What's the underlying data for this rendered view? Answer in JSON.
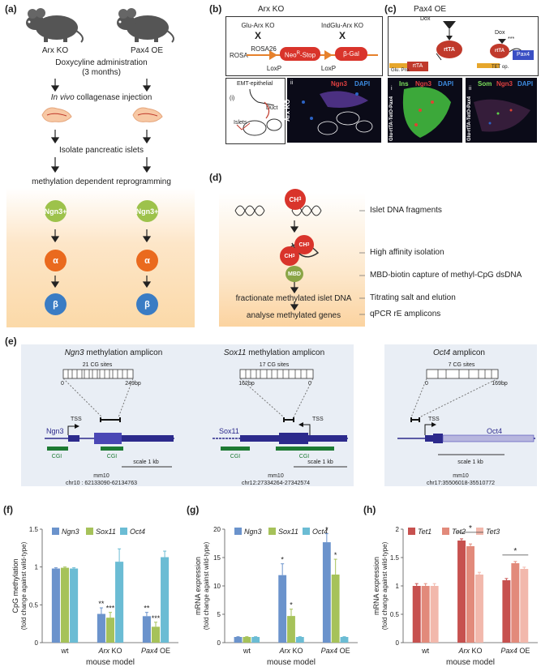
{
  "panel_a": {
    "label": "(a)",
    "col1_title": "Arx KO",
    "col2_title": "Pax4 OE",
    "steps": [
      "Doxycyline administration",
      "(3 months)",
      "In vivo collagenase injection",
      "Isolate pancreatic islets",
      "methylation dependent reprogramming"
    ],
    "in_vivo_italic": "In vivo",
    "in_vivo_rest": " collagenase injection",
    "cells": [
      "Ngn3+",
      "α",
      "β"
    ],
    "colors": {
      "ngn3": "#9dc24b",
      "alpha": "#ea6a1e",
      "beta": "#3a7cc4"
    }
  },
  "panel_b": {
    "label": "(b)",
    "title": "Arx KO",
    "glu_arx": "Glu-Arx KO",
    "indglu_arx": "IndGlu-Arx KO",
    "x1": "X",
    "x2": "X",
    "rosa": "ROSA",
    "rosa26": "ROSA26",
    "loxp1": "LoxP",
    "loxp2": "LoxP",
    "neo": "Neo",
    "neo_sup": "R",
    "neo_rest": "-Stop",
    "bgal": "β-Gal",
    "emt": "EMT-epithelial",
    "duct": "Duct",
    "islets": "Islets",
    "i_label": "(i)",
    "ii_label": "ii",
    "stain_ngn3": "Ngn3",
    "stain_dapi": "DAPI",
    "side": "Arx KO"
  },
  "panel_c": {
    "label": "(c)",
    "title": "Pax4 OE",
    "dox1": "Dox",
    "dox2": "Dox",
    "rtta1": "rtTA",
    "rtta2": "rtTA",
    "rtta3": "rtTA",
    "glu_pro": "Glu. Pro.",
    "tet_op": "TET op.",
    "pax4": "Pax4",
    "stars": "***",
    "i_label": "i",
    "ii_label": "ii",
    "ins": "Ins",
    "som": "Som",
    "ngn3": "Ngn3",
    "dapi": "DAPI",
    "side1": "Glu-rtTA-TetO-Pax4",
    "side2": "Glu-rtTA-TetO-Pax4"
  },
  "panel_d": {
    "label": "(d)",
    "ch3": "CH",
    "ch3_sub": "3",
    "mbd": "MBD",
    "step1": "fractionate methylated islet DNA",
    "step2": "analyse methylated genes",
    "notes": [
      "Islet DNA fragments",
      "High affinity isolation",
      "MBD-biotin capture of methyl-CpG dsDNA",
      "Titrating salt and elution",
      "qPCR rE amplicons"
    ]
  },
  "panel_e": {
    "label": "(e)",
    "genes": [
      {
        "title_gene": "Ngn3",
        "title_rest": " methylation amplicon",
        "cg": "21 CG sites",
        "start": "0",
        "end": "249bp",
        "name": "Ngn3",
        "tss": "TSS",
        "cgi": [
          "CGI",
          "CGI"
        ],
        "scale": "scale 1 kb",
        "build": "mm10",
        "loc": "chr10 : 62133090-62134763"
      },
      {
        "title_gene": "Sox11",
        "title_rest": " methylation amplicon",
        "cg": "17 CG sites",
        "start": "162bp",
        "end": "0",
        "name": "Sox11",
        "tss": "TSS",
        "cgi": [
          "CGI",
          "CGI"
        ],
        "scale": "scale 1 kb",
        "build": "mm10",
        "loc": "chr12:27334264-27342574"
      },
      {
        "title_gene": "Oct4",
        "title_rest": " amplicon",
        "cg": "7 CG sites",
        "start": "0",
        "end": "169bp",
        "name": "Oct4",
        "tss": "TSS",
        "cgi": [],
        "scale": "scale 1 kb",
        "build": "mm10",
        "loc": "chr17:35506018-35510772"
      }
    ]
  },
  "chart_data": [
    {
      "type": "bar",
      "panel": "(f)",
      "ylabel": "CpG methylation",
      "ylabel2": "(fold change against wild-type)",
      "xlabel": "mouse model",
      "categories": [
        "wt",
        "Arx KO",
        "Pax4 OE"
      ],
      "cat_italic": [
        "",
        "Arx",
        "Pax4"
      ],
      "cat_rest": [
        "wt",
        " KO",
        " OE"
      ],
      "ylim": [
        0,
        1.5
      ],
      "yticks": [
        "0",
        "0.5",
        "1",
        "1.5"
      ],
      "series": [
        {
          "name": "Ngn3",
          "color": "#6b93cc",
          "values": [
            0.98,
            0.38,
            0.35
          ],
          "err": [
            0.01,
            0.08,
            0.05
          ]
        },
        {
          "name": "Sox11",
          "color": "#a6c25a",
          "values": [
            0.99,
            0.33,
            0.21
          ],
          "err": [
            0.01,
            0.07,
            0.06
          ]
        },
        {
          "name": "Oct4",
          "color": "#6bbcd4",
          "values": [
            0.98,
            1.07,
            1.13
          ],
          "err": [
            0.01,
            0.17,
            0.08
          ]
        }
      ],
      "annotations": [
        {
          "cat": 1,
          "series": 0,
          "text": "**"
        },
        {
          "cat": 1,
          "series": 1,
          "text": "***"
        },
        {
          "cat": 2,
          "series": 0,
          "text": "**"
        },
        {
          "cat": 2,
          "series": 1,
          "text": "***"
        }
      ]
    },
    {
      "type": "bar",
      "panel": "(g)",
      "ylabel": "mRNA expression",
      "ylabel2": "(fold change against wild-type)",
      "xlabel": "mouse model",
      "categories": [
        "wt",
        "Arx KO",
        "Pax4 OE"
      ],
      "cat_italic": [
        "",
        "Arx",
        "Pax4"
      ],
      "cat_rest": [
        "wt",
        " KO",
        " OE"
      ],
      "ylim": [
        0,
        20
      ],
      "yticks": [
        "0",
        "5",
        "10",
        "15",
        "20"
      ],
      "series": [
        {
          "name": "Ngn3",
          "color": "#6b93cc",
          "values": [
            1,
            11.9,
            17.7
          ],
          "err": [
            0.05,
            2.0,
            1.5
          ]
        },
        {
          "name": "Sox11",
          "color": "#a6c25a",
          "values": [
            1,
            4.7,
            12.0
          ],
          "err": [
            0.05,
            1.2,
            2.7
          ]
        },
        {
          "name": "Oct4",
          "color": "#6bbcd4",
          "values": [
            1,
            1.0,
            1.0
          ],
          "err": [
            0.05,
            0.05,
            0.05
          ]
        }
      ],
      "annotations": [
        {
          "cat": 1,
          "series": 0,
          "text": "*"
        },
        {
          "cat": 1,
          "series": 1,
          "text": "*"
        },
        {
          "cat": 2,
          "series": 0,
          "text": "*"
        },
        {
          "cat": 2,
          "series": 1,
          "text": "*"
        }
      ]
    },
    {
      "type": "bar",
      "panel": "(h)",
      "ylabel": "mRNA expression",
      "ylabel2": "(fold change against wild-type)",
      "xlabel": "mouse model",
      "categories": [
        "wt",
        "Arx KO",
        "Pax4 OE"
      ],
      "cat_italic": [
        "",
        "Arx",
        "Pax4"
      ],
      "cat_rest": [
        "wt",
        " KO",
        " OE"
      ],
      "ylim": [
        0,
        2
      ],
      "yticks": [
        "0",
        "0.5",
        "1",
        "1.5",
        "2"
      ],
      "series": [
        {
          "name": "Tet1",
          "color": "#c7514f",
          "values": [
            1.0,
            1.8,
            1.1
          ],
          "err": [
            0.04,
            0.03,
            0.03
          ]
        },
        {
          "name": "Tet2",
          "color": "#e28a7b",
          "values": [
            1.0,
            1.7,
            1.4
          ],
          "err": [
            0.04,
            0.04,
            0.03
          ]
        },
        {
          "name": "Tet3",
          "color": "#f2b8ac",
          "values": [
            1.0,
            1.2,
            1.3
          ],
          "err": [
            0.04,
            0.04,
            0.03
          ]
        }
      ],
      "brackets": [
        {
          "cat": 1,
          "text": "*"
        },
        {
          "cat": 2,
          "text": "*"
        }
      ]
    }
  ]
}
